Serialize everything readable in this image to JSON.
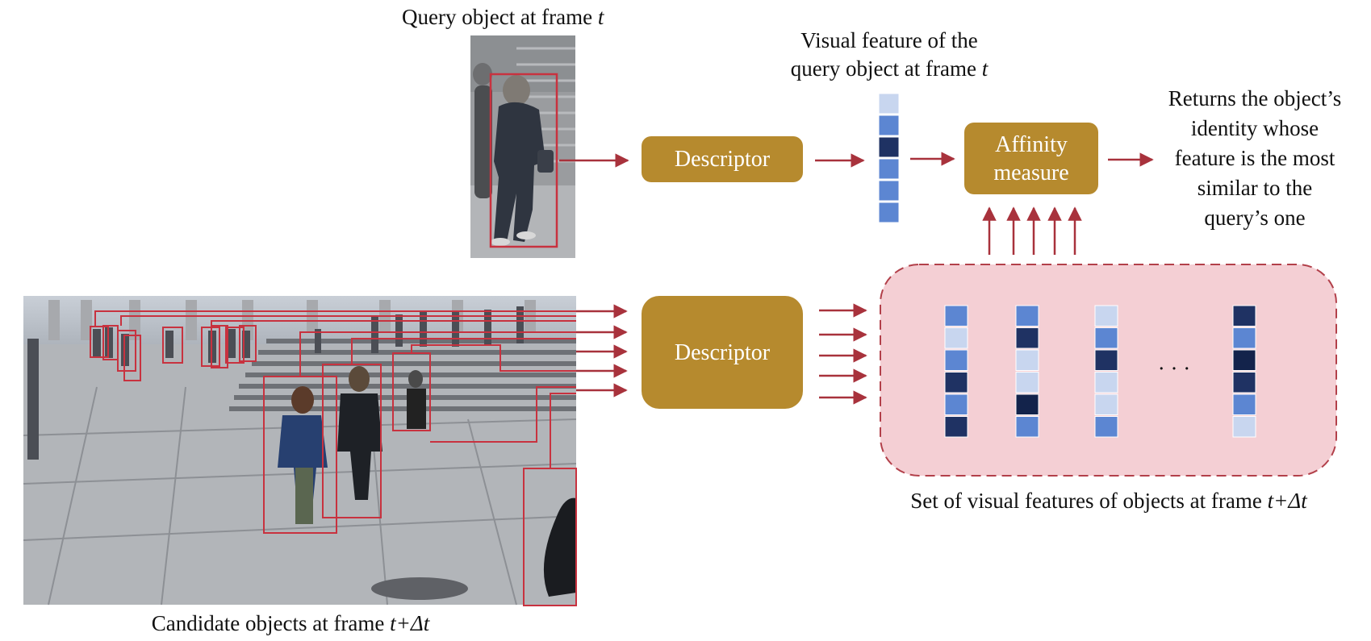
{
  "labels": {
    "query_title": "Query object at frame ",
    "query_title_var": "t",
    "feature_title_line1": "Visual feature of the",
    "feature_title_line2": "query object at frame ",
    "feature_title_var": "t",
    "returns_line1": "Returns the object’s",
    "returns_line2": "identity whose",
    "returns_line3": "feature is the most",
    "returns_line4": "similar to the",
    "returns_line5": "query’s one",
    "set_caption": "Set of visual features of objects at frame ",
    "set_caption_var": "t+Δt",
    "candidate_caption": "Candidate objects at frame ",
    "candidate_caption_var": "t+Δt",
    "ellipsis": "· · ·"
  },
  "boxes": {
    "descriptor_top": "Descriptor",
    "descriptor_bottom": "Descriptor",
    "affinity_line1": "Affinity",
    "affinity_line2": "measure"
  },
  "colors": {
    "box_gold": "#b68a2e",
    "arrow_red": "#a8323c",
    "set_fill": "#f4cfd4",
    "set_border": "#b2404a",
    "cell_palette": [
      "#1f3263",
      "#5c86d2",
      "#c8d6ef",
      "#5c86d2",
      "#13234b",
      "#5c86d2",
      "#92abe0"
    ]
  },
  "feature_vectors": {
    "query": [
      2,
      1,
      0,
      1,
      3,
      1
    ],
    "candidates": [
      [
        1,
        2,
        1,
        0,
        1,
        0
      ],
      [
        1,
        0,
        2,
        2,
        3,
        1
      ],
      [
        2,
        1,
        0,
        2,
        2,
        1
      ],
      [
        0,
        1,
        3,
        0,
        1,
        2
      ]
    ]
  }
}
